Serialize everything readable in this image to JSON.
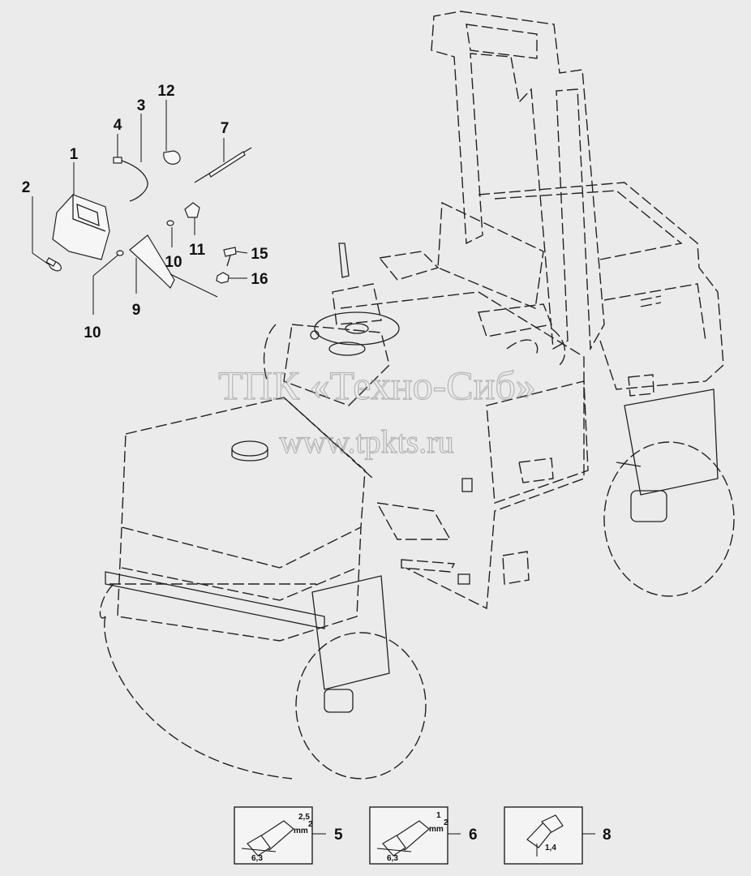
{
  "watermark": {
    "line1": "ТПК «Техно-Сиб»",
    "line2": "www.tpkts.ru"
  },
  "callouts": {
    "p1": "1",
    "p2": "2",
    "p3": "3",
    "p4": "4",
    "p7": "7",
    "p9": "9",
    "p10a": "10",
    "p10b": "10",
    "p11": "11",
    "p12": "12",
    "p15": "15",
    "p16": "16"
  },
  "connector_boxes": [
    {
      "number": "5",
      "size_a": "2,5",
      "size_b": "mm",
      "sup": "2",
      "width": "6,3"
    },
    {
      "number": "6",
      "size_a": "1",
      "size_b": "mm",
      "sup": "2",
      "width": "6,3"
    },
    {
      "number": "8",
      "width": "1,4"
    }
  ]
}
